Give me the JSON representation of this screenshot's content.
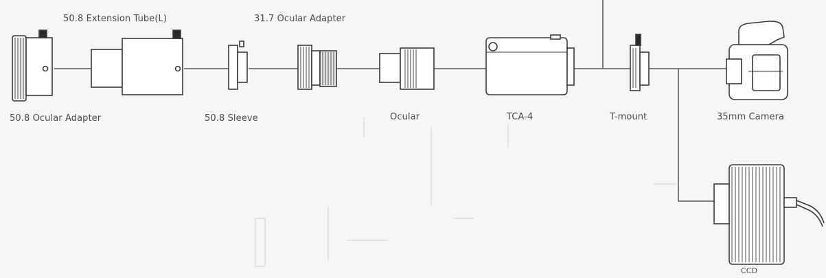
{
  "labels": {
    "extension_tube": "50.8 Extension Tube(L)",
    "ocular_adapter_31": "31.7 Ocular Adapter",
    "ocular_adapter_50": "50.8 Ocular Adapter",
    "sleeve": "50.8 Sleeve",
    "ocular": "Ocular",
    "tca4": "TCA-4",
    "tmount": "T-mount",
    "camera": "35mm Camera",
    "ccd": "CCD"
  },
  "colors": {
    "line": "#3a3a3a",
    "fill": "#ffffff",
    "dark": "#2a2a2a",
    "background": "#f6f6f4",
    "ghost": "#d2d2d2"
  }
}
